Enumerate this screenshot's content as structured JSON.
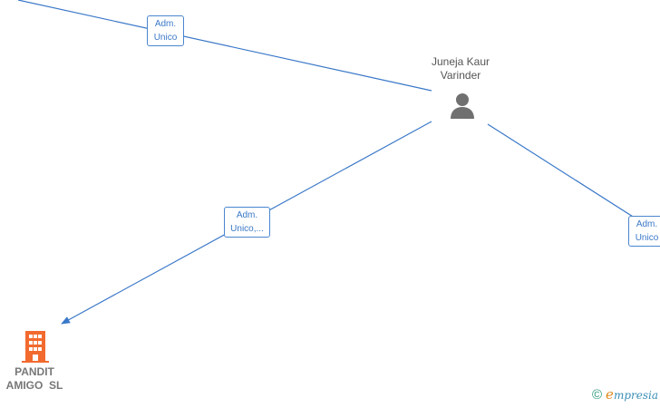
{
  "nodes": {
    "person": {
      "name_line1": "Juneja Kaur",
      "name_line2": "Varinder",
      "icon": "person-icon"
    },
    "company": {
      "name_line1": "PANDIT",
      "name_line2": "AMIGO  SL",
      "icon": "building-icon",
      "color": "#f26a2e"
    }
  },
  "edges": {
    "top_left": {
      "line1": "Adm.",
      "line2": "Unico"
    },
    "to_company": {
      "line1": "Adm.",
      "line2": "Unico,..."
    },
    "right": {
      "line1": "Adm.",
      "line2": "Unico"
    }
  },
  "colors": {
    "edge": "#3a78c8",
    "person_icon": "#707070"
  },
  "brand": {
    "copyright_symbol": "©",
    "name_first": "e",
    "name_rest": "mpresia"
  }
}
